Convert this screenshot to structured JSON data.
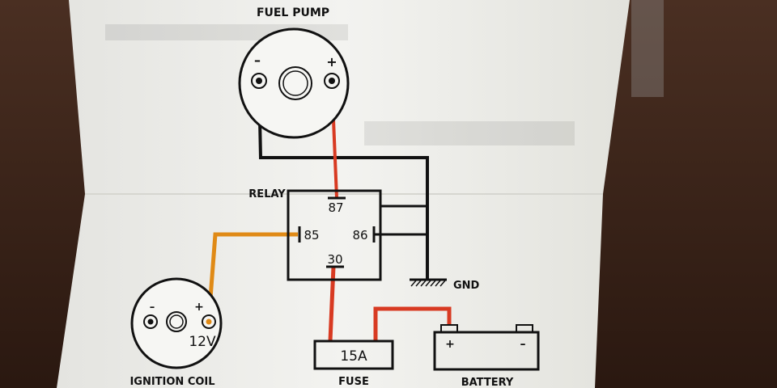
{
  "components": {
    "fuel_pump": {
      "label": "FUEL PUMP",
      "minus": "–",
      "plus": "+"
    },
    "relay": {
      "label": "RELAY",
      "pins": {
        "p87": "87",
        "p85": "85",
        "p86": "86",
        "p30": "30"
      }
    },
    "ground": {
      "label": "GND"
    },
    "ignition_coil": {
      "label": "IGNITION COIL",
      "minus": "–",
      "plus": "+",
      "voltage": "12V"
    },
    "fuse": {
      "label": "FUSE",
      "rating": "15A"
    },
    "battery": {
      "label": "BATTERY",
      "plus": "+",
      "minus": "–"
    }
  },
  "colors": {
    "wire_black": "#111111",
    "wire_red": "#d83a22",
    "wire_orange": "#e08a16",
    "paper": "#f1f1ee",
    "table": "#3a2418"
  }
}
